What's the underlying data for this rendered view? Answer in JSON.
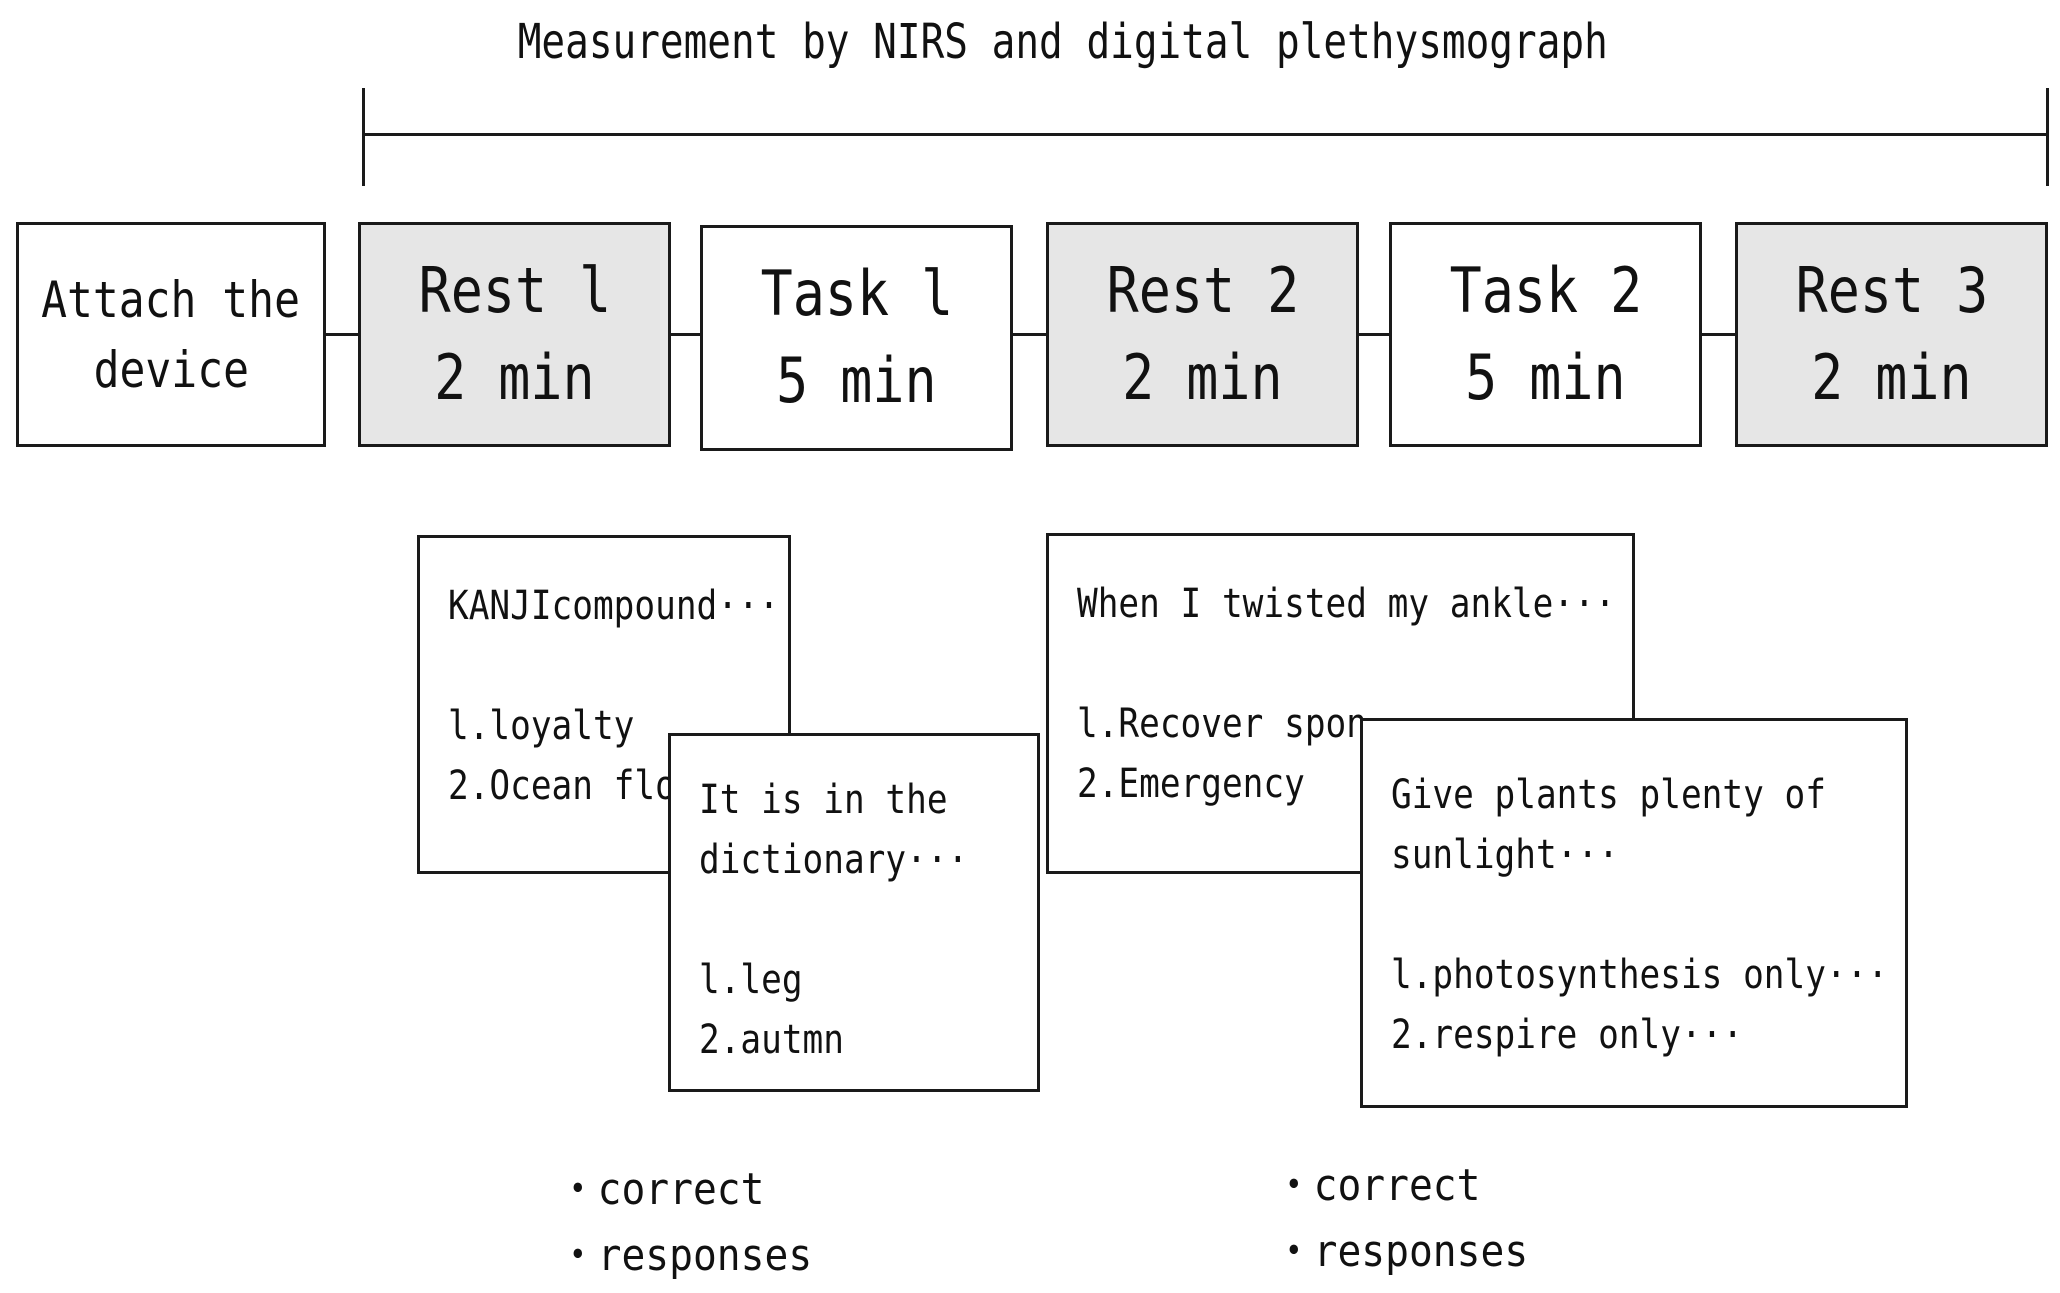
{
  "title": "Measurement by NIRS and digital plethysmograph",
  "timeline": [
    {
      "kind": "attach",
      "line1": "Attach the",
      "line2": "device"
    },
    {
      "kind": "rest",
      "line1": "Rest l",
      "line2": "2 min"
    },
    {
      "kind": "task",
      "line1": "Task l",
      "line2": "5 min"
    },
    {
      "kind": "rest",
      "line1": "Rest 2",
      "line2": "2 min"
    },
    {
      "kind": "task",
      "line1": "Task 2",
      "line2": "5 min"
    },
    {
      "kind": "rest",
      "line1": "Rest 3",
      "line2": "2 min"
    }
  ],
  "cards": {
    "task1_back": {
      "prompt": "KANJIcompound···",
      "options": [
        "l.loyalty",
        "2.Ocean flo"
      ]
    },
    "task1_front": {
      "prompt": [
        "It is in the",
        "dictionary···"
      ],
      "options": [
        "l.leg",
        "2.autmn"
      ]
    },
    "task2_back": {
      "prompt": "When I twisted my ankle···",
      "options": [
        "l.Recover spon",
        "2.Emergency"
      ]
    },
    "task2_front": {
      "prompt": [
        "Give plants plenty of",
        "sunlight···"
      ],
      "options": [
        "l.photosynthesis only···",
        "2.respire only···"
      ]
    }
  },
  "results": {
    "task1": [
      "・correct",
      "・responses"
    ],
    "task2": [
      "・correct",
      "・responses"
    ]
  }
}
